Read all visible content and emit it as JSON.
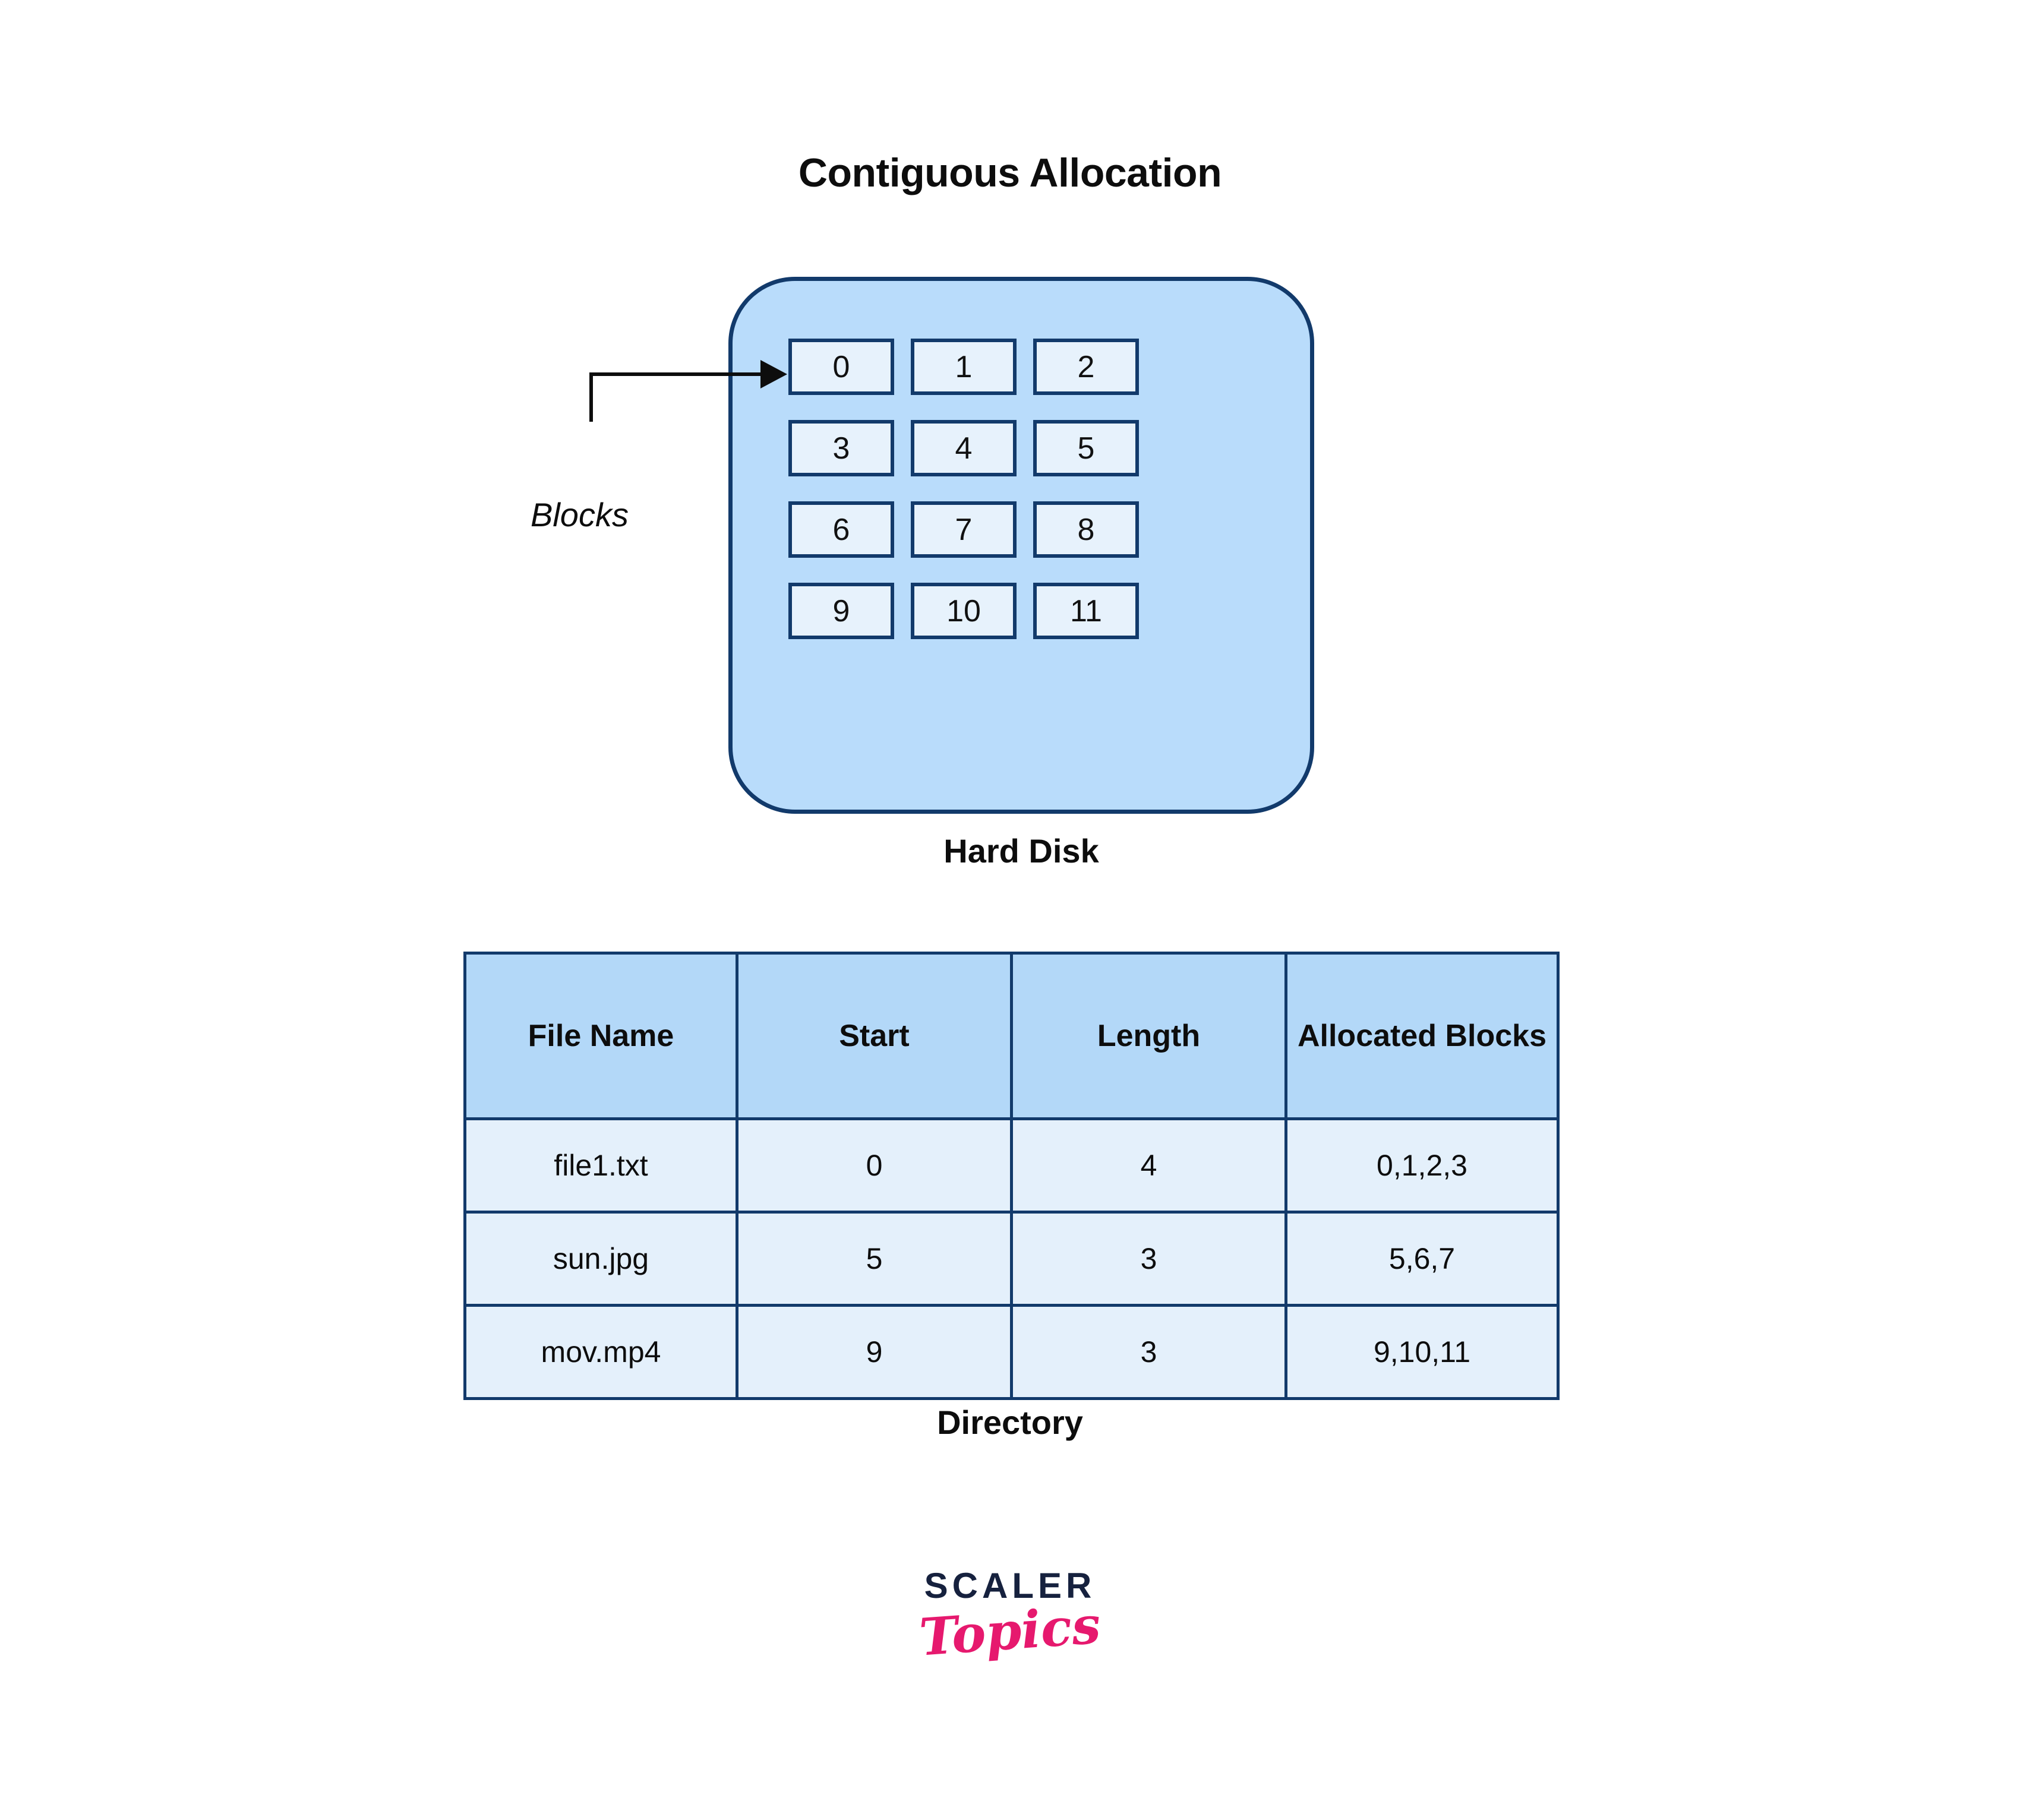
{
  "title": "Contiguous Allocation",
  "disk": {
    "caption": "Hard Disk",
    "callout_label": "Blocks",
    "blocks": [
      "0",
      "1",
      "2",
      "3",
      "4",
      "5",
      "6",
      "7",
      "8",
      "9",
      "10",
      "11"
    ],
    "fill_color": "#b9dcfb",
    "border_color": "#123a6b",
    "block_fill_color": "#e7f2fc"
  },
  "directory": {
    "caption": "Directory",
    "header_bg": "#b3d8f8",
    "row_bg": "#e4f0fb",
    "border_color": "#123a6b",
    "columns": [
      "File Name",
      "Start",
      "Length",
      "Allocated Blocks"
    ],
    "rows": [
      {
        "file_name": "file1.txt",
        "start": "0",
        "length": "4",
        "allocated_blocks": "0,1,2,3"
      },
      {
        "file_name": "sun.jpg",
        "start": "5",
        "length": "3",
        "allocated_blocks": "5,6,7"
      },
      {
        "file_name": "mov.mp4",
        "start": "9",
        "length": "3",
        "allocated_blocks": "9,10,11"
      }
    ]
  },
  "logo": {
    "primary": "SCALER",
    "secondary": "Topics",
    "primary_color": "#16213e",
    "secondary_color": "#e6196e"
  }
}
